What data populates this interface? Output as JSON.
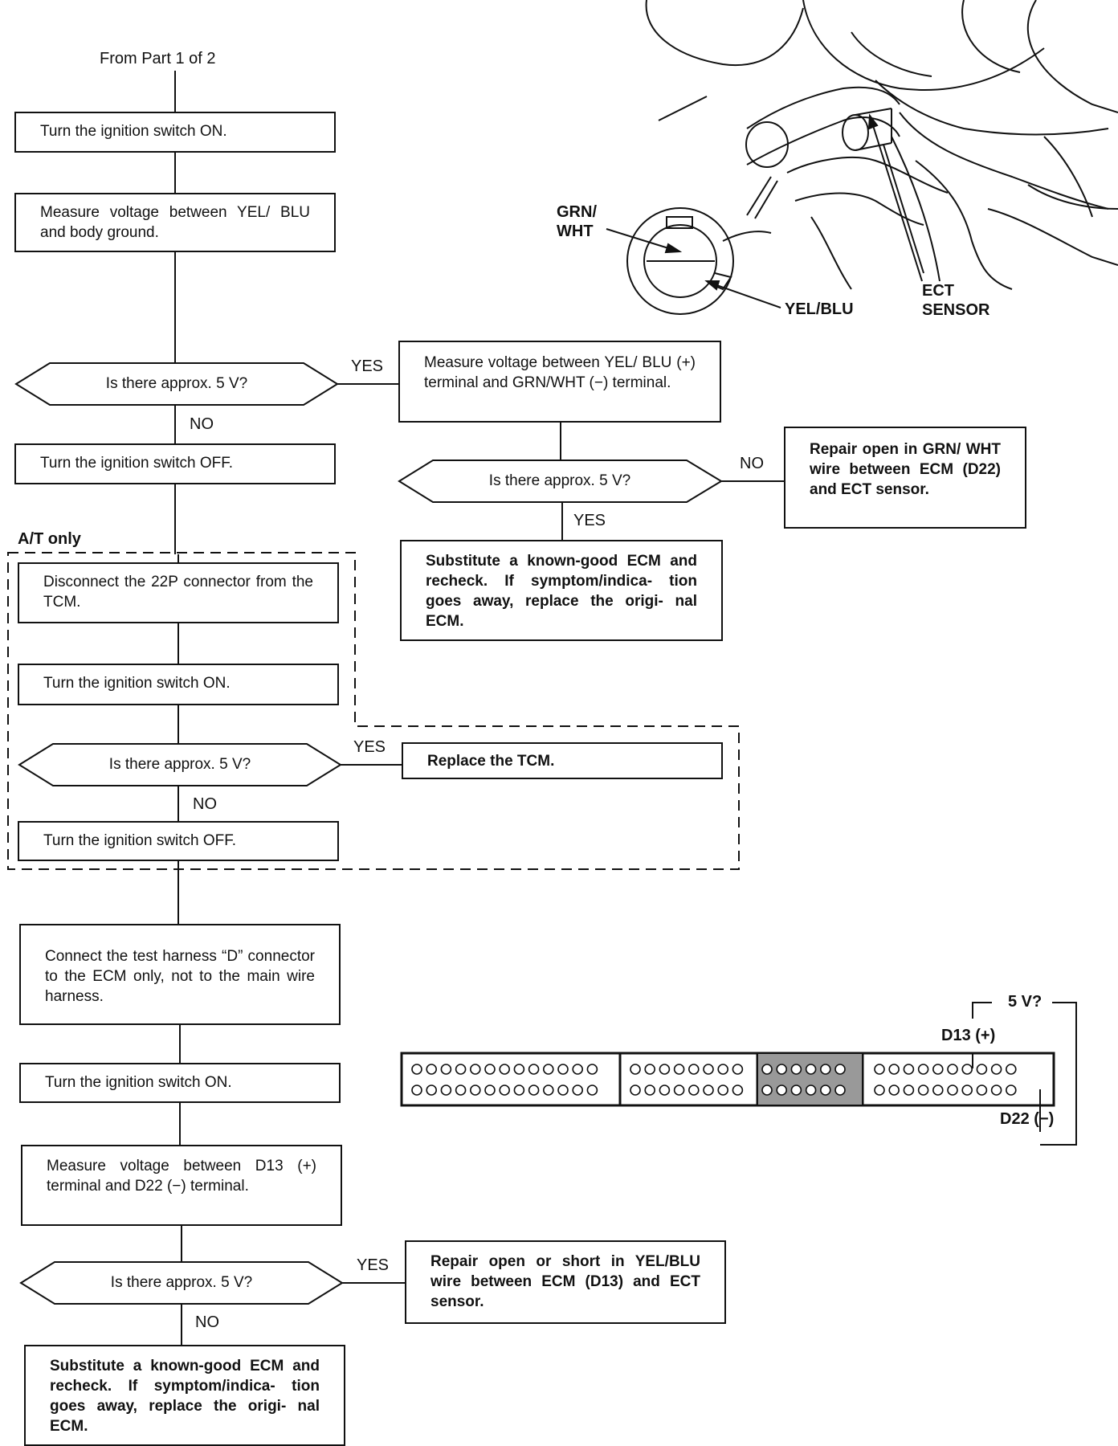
{
  "start_label": "From Part 1 of 2",
  "at_only_label": "A/T only",
  "steps": {
    "s1": "Turn the ignition switch ON.",
    "s2": "Measure voltage between YEL/ BLU and body ground.",
    "s4": "Turn the ignition switch OFF.",
    "s5": "Disconnect the 22P connector from the TCM.",
    "s6": "Turn the ignition switch ON.",
    "s8": "Turn the ignition switch OFF.",
    "s9": "Connect the test harness “D” connector to the ECM only, not to the main wire harness.",
    "s10": "Turn the ignition switch ON.",
    "s11": "Measure voltage between D13 (+) terminal and D22 (−) terminal.",
    "r1": "Measure voltage between YEL/ BLU (+) terminal and GRN/WHT (−) terminal."
  },
  "results": {
    "r_repair_grn": "Repair open in GRN/ WHT wire between ECM (D22) and ECT sensor.",
    "r_sub1": "Substitute a known-good ECM and recheck. If symptom/indica- tion goes away, replace the origi- nal ECM.",
    "r_tcm": "Replace the TCM.",
    "r_repair_yel": "Repair open or short in YEL/BLU wire between ECM (D13) and ECT sensor.",
    "r_sub2": "Substitute a known-good ECM and recheck. If symptom/indica- tion goes away, replace the origi- nal ECM."
  },
  "decisions": {
    "d1": "Is there approx. 5 V?",
    "d2": "Is there approx. 5 V?",
    "d3": "Is there approx. 5 V?",
    "d4": "Is there approx. 5 V?"
  },
  "branch_labels": {
    "d1_yes": "YES",
    "d1_no": "NO",
    "d2_no": "NO",
    "d2_yes": "YES",
    "d3_yes": "YES",
    "d3_no": "NO",
    "d4_yes": "YES",
    "d4_no": "NO"
  },
  "illustration": {
    "grn_wht": "GRN/ WHT",
    "yel_blu": "YEL/BLU",
    "ect_sensor": "ECT SENSOR"
  },
  "connector": {
    "voltage_label": "5 V?",
    "d13_label": "D13 (+)",
    "d22_label": "D22 (−)"
  }
}
